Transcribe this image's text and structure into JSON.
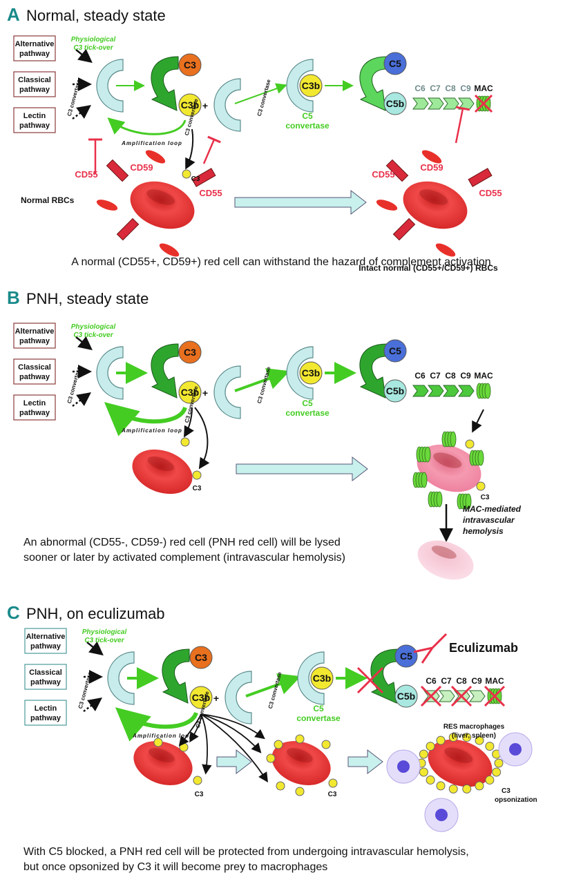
{
  "panels": [
    {
      "letter": "A",
      "title": "Normal, steady state",
      "pathways": [
        "Alternative\npathway",
        "Classical\npathway",
        "Lectin\npathway"
      ],
      "pathway_lines": [
        [
          "Alternative",
          "pathway"
        ],
        [
          "Classical",
          "pathway"
        ],
        [
          "Lectin",
          "pathway"
        ]
      ],
      "tickover": [
        "Physiological",
        "C3 tick-over"
      ],
      "c3": "C3",
      "c3b": "C3b",
      "plus": "+",
      "convertase_label": "C3 convertase",
      "amplification": "Amplification loop",
      "c5_convertase": [
        "C5",
        "convertase"
      ],
      "c5": "C5",
      "c5b": "C5b",
      "terminal": [
        "C6",
        "C7",
        "C8",
        "C9"
      ],
      "mac": "MAC",
      "cd55": "CD55",
      "cd59": "CD59",
      "c3_small": "C3",
      "left_cell_label": "Normal RBCs",
      "right_cell_label": "Intact normal (CD55+/CD59+) RBCs",
      "caption": "A normal (CD55+, CD59+) red cell can withstand the hazard of complement activation"
    },
    {
      "letter": "B",
      "title": "PNH, steady state",
      "pathway_lines": [
        [
          "Alternative",
          "pathway"
        ],
        [
          "Classical",
          "pathway"
        ],
        [
          "Lectin",
          "pathway"
        ]
      ],
      "tickover": [
        "Physiological",
        "C3 tick-over"
      ],
      "c3": "C3",
      "c3b": "C3b",
      "plus": "+",
      "convertase_label": "C3 convertase",
      "amplification": "Amplification loop",
      "c5_convertase": [
        "C5",
        "convertase"
      ],
      "c5": "C5",
      "c5b": "C5b",
      "terminal": [
        "C6",
        "C7",
        "C8",
        "C9"
      ],
      "mac": "MAC",
      "c3_small": "C3",
      "hemolysis_label": [
        "MAC-mediated",
        "intravascular",
        "hemolysis"
      ],
      "caption_lines": [
        "An abnormal (CD55-, CD59-) red cell (PNH red cell) will be lysed",
        "sooner or later by activated complement (intravascular hemolysis)"
      ]
    },
    {
      "letter": "C",
      "title": "PNH, on eculizumab",
      "pathway_lines": [
        [
          "Alternative",
          "pathway"
        ],
        [
          "Classical",
          "pathway"
        ],
        [
          "Lectin",
          "pathway"
        ]
      ],
      "tickover": [
        "Physiological",
        "C3 tick-over"
      ],
      "c3": "C3",
      "c3b": "C3b",
      "plus": "+",
      "convertase_label": "C3 convertase",
      "amplification": "Amplification loop",
      "c5_convertase": [
        "C5",
        "convertase"
      ],
      "c5": "C5",
      "c5b": "C5b",
      "terminal": [
        "C6",
        "C7",
        "C8",
        "C9"
      ],
      "mac": "MAC",
      "drug": "Eculizumab",
      "c3_small": "C3",
      "macrophage_label": [
        "RES macrophages",
        "(liver, spleen)"
      ],
      "opsonization_label": [
        "C3",
        "opsonization"
      ],
      "caption_lines": [
        "With C5 blocked, a PNH red cell will be protected from undergoing intravascular hemolysis,",
        "but once opsonized by C3 it will become prey to macrophages"
      ]
    }
  ],
  "colors": {
    "panel_letter": "#1a8a8a",
    "green": "#44cc22",
    "dark_green": "#2e9e2e",
    "red": "#e8304a",
    "c3_orange": "#e8701e",
    "c3b_yellow": "#f2e830",
    "c5_blue": "#4a6fd8",
    "c5b_cyan": "#a8e8e0",
    "convertase_fill": "#c8ecec",
    "rbc": "#e83838",
    "pnh_rbc": "#f08aa0",
    "lysed_rbc": "#f8d0dc"
  }
}
